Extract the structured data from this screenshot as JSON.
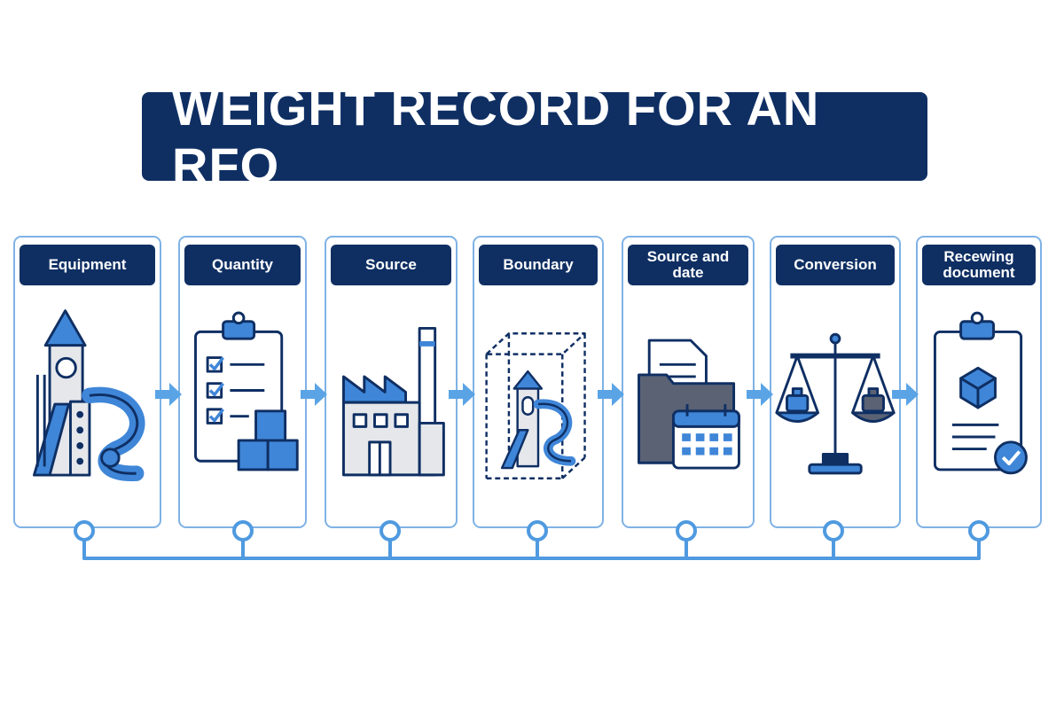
{
  "title": "WEIGHT RECORD FOR AN RFQ",
  "colors": {
    "navy": "#0f2f63",
    "blue": "#3f86d8",
    "light_blue": "#7fb2e5",
    "gray": "#e5e7eb",
    "dark_gray": "#5a6274"
  },
  "steps": [
    {
      "label": "Equipment",
      "icon": "playground-icon"
    },
    {
      "label": "Quantity",
      "icon": "clipboard-checklist-icon"
    },
    {
      "label": "Source",
      "icon": "factory-icon"
    },
    {
      "label": "Boundary",
      "icon": "boundary-box-icon"
    },
    {
      "label": "Source and date",
      "icon": "folder-calendar-icon"
    },
    {
      "label": "Conversion",
      "icon": "balance-scale-icon"
    },
    {
      "label": "Recewing document",
      "icon": "receiving-document-icon"
    }
  ]
}
